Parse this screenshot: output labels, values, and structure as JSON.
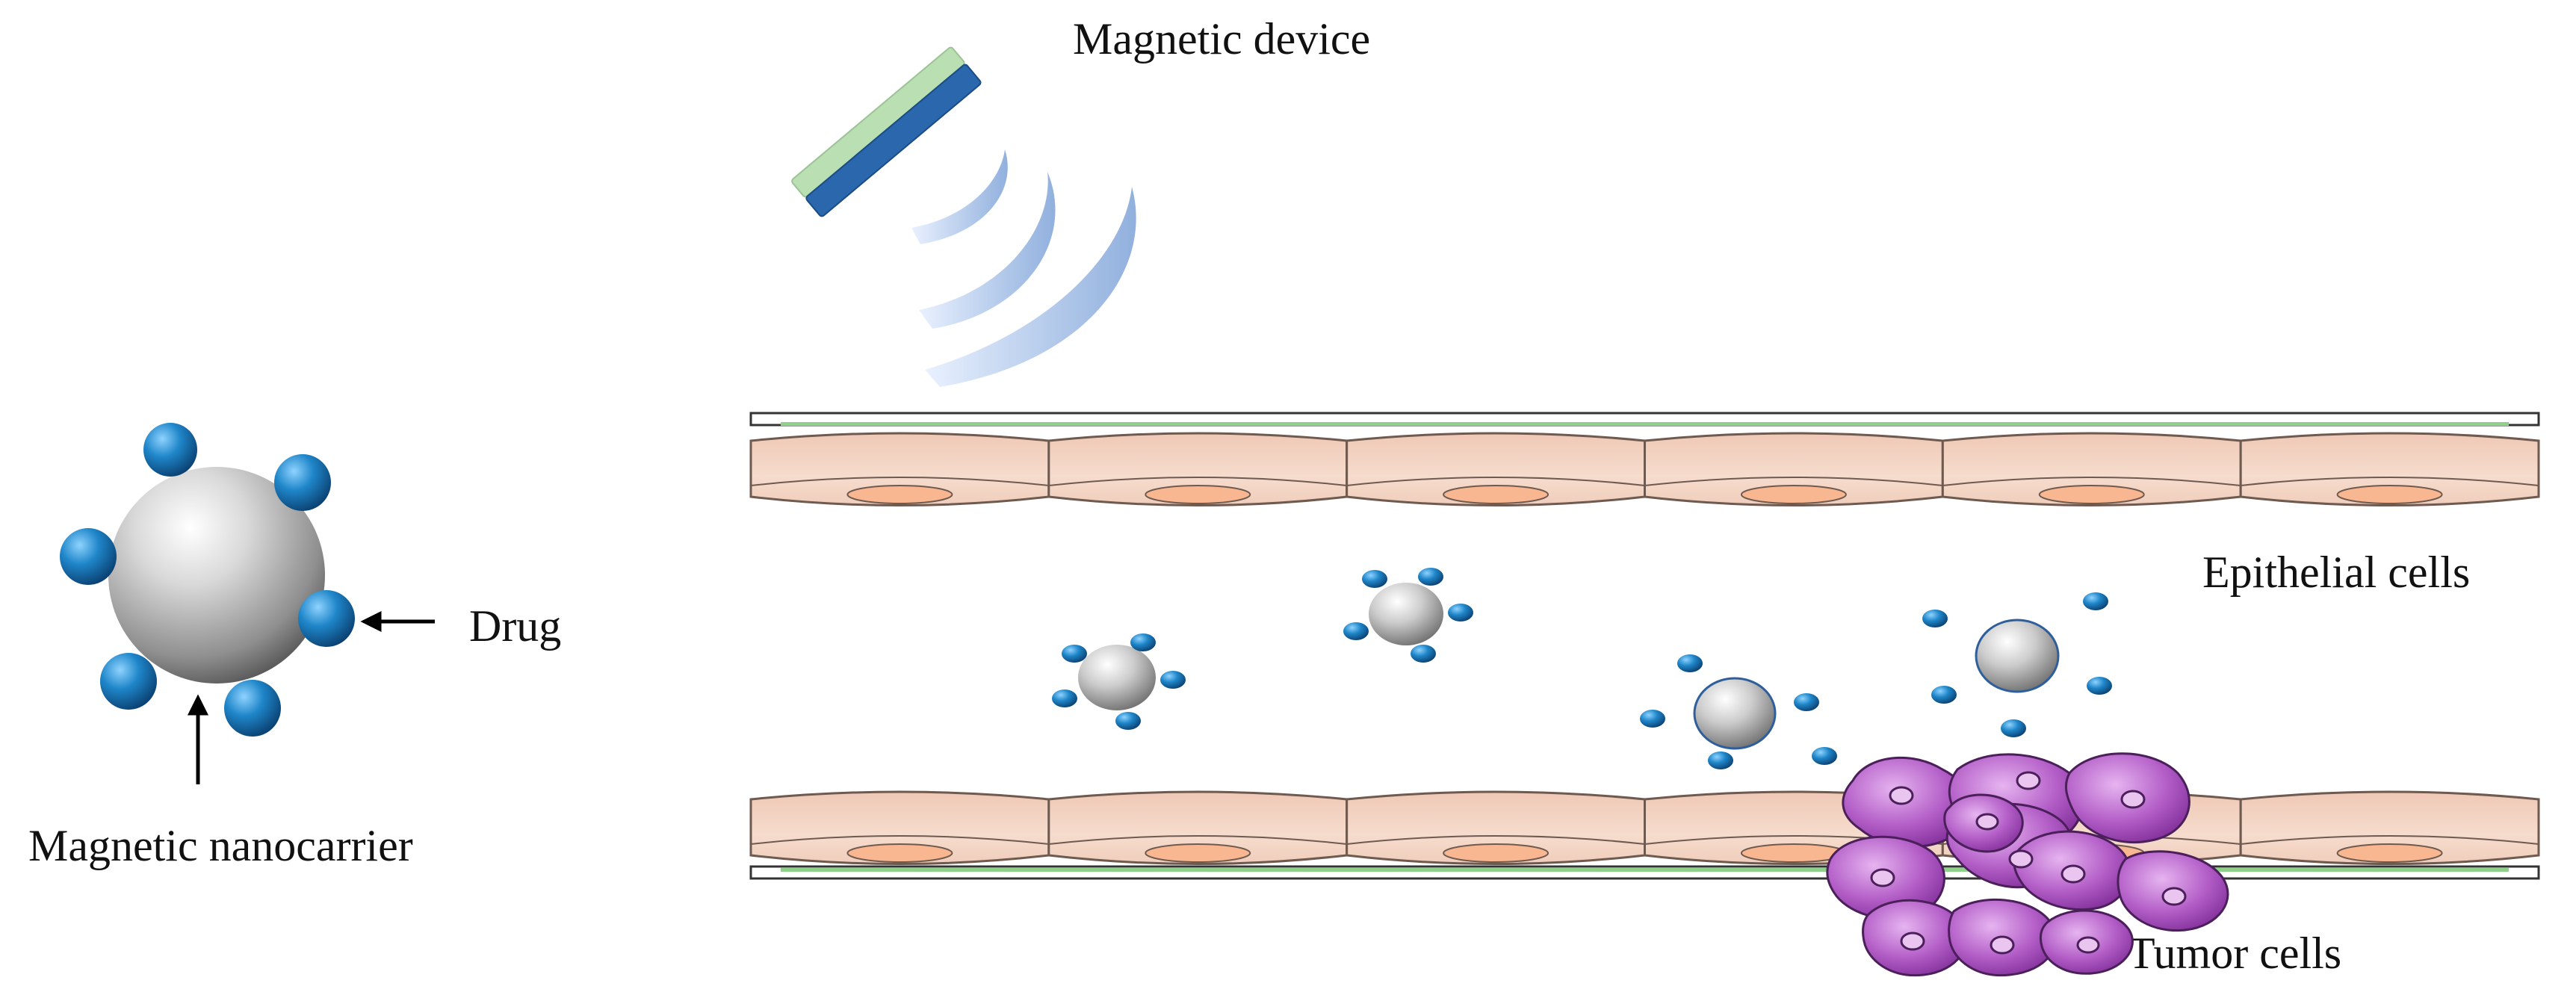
{
  "labels": {
    "magnetic_device": "Magnetic  device",
    "drug": "Drug",
    "magnetic_nanocarrier": "Magnetic  nanocarrier",
    "epithelial_cells": "Epithelial  cells",
    "tumor_cells": "Tumor cells"
  },
  "colors": {
    "cell_fill": "#f3d3c3",
    "cell_stroke": "#6f5a50",
    "nucleus_fill": "#f8b790",
    "membrane_green": "#8fd08a",
    "drug_blue": "#1f6fae",
    "carrier_silver": "#b8b8b8",
    "magnet_top": "#b8ddb0",
    "magnet_side": "#2a65a8",
    "wave_blue": "#7ea3d8",
    "tumor_purple": "#9a3fb1"
  },
  "icons": {
    "magnet": "magnet-device-icon",
    "carrier": "magnetic-nanocarrier-icon",
    "tumor": "tumor-cell-cluster-icon"
  }
}
